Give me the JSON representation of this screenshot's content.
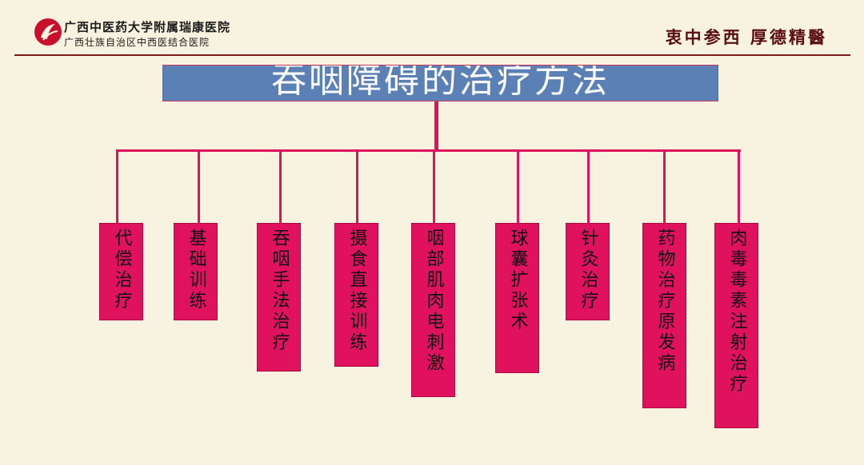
{
  "header": {
    "hospital_line1": "广西中医药大学附属瑞康医院",
    "hospital_line2": "广西壮族自治区中西医结合医院",
    "motto": "衷中参西 厚德精醫",
    "logo_icon": "hospital-logo-icon"
  },
  "diagram": {
    "title": "吞咽障碍的治疗方法",
    "methods": [
      "代偿治疗",
      "基础训练",
      "吞咽手法治疗",
      "摄食直接训练",
      "咽部肌肉电刺激",
      "球囊扩张术",
      "针灸治疗",
      "药物治疗原发病",
      "肉毒毒素注射治疗"
    ]
  },
  "colors": {
    "background": "#f8f2e0",
    "title_fill": "#5b80b5",
    "accent": "#e0125e",
    "motto": "#5a0d10"
  }
}
